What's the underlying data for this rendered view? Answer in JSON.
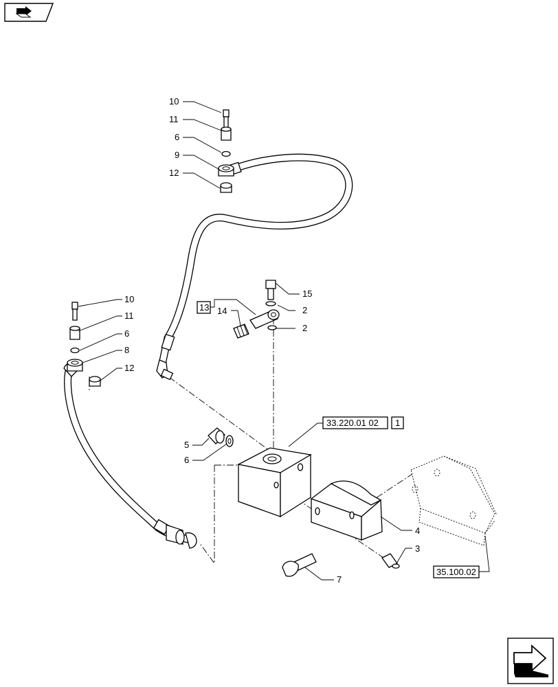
{
  "nav": {
    "prev_icon": "prev-page-arrow-icon",
    "next_icon": "next-page-arrow-icon"
  },
  "callouts": {
    "c10a": "10",
    "c11a": "11",
    "c6a": "6",
    "c9": "9",
    "c12a": "12",
    "c10b": "10",
    "c11b": "11",
    "c6b": "6",
    "c8": "8",
    "c12b": "12",
    "c13": "13",
    "c14": "14",
    "c15": "15",
    "c2a": "2",
    "c2b": "2",
    "c5": "5",
    "c6c": "6",
    "c1": "1",
    "c4": "4",
    "c3": "3",
    "c7": "7"
  },
  "references": {
    "block_ref": "33.220.01 02",
    "plate_ref": "35.100.02"
  }
}
